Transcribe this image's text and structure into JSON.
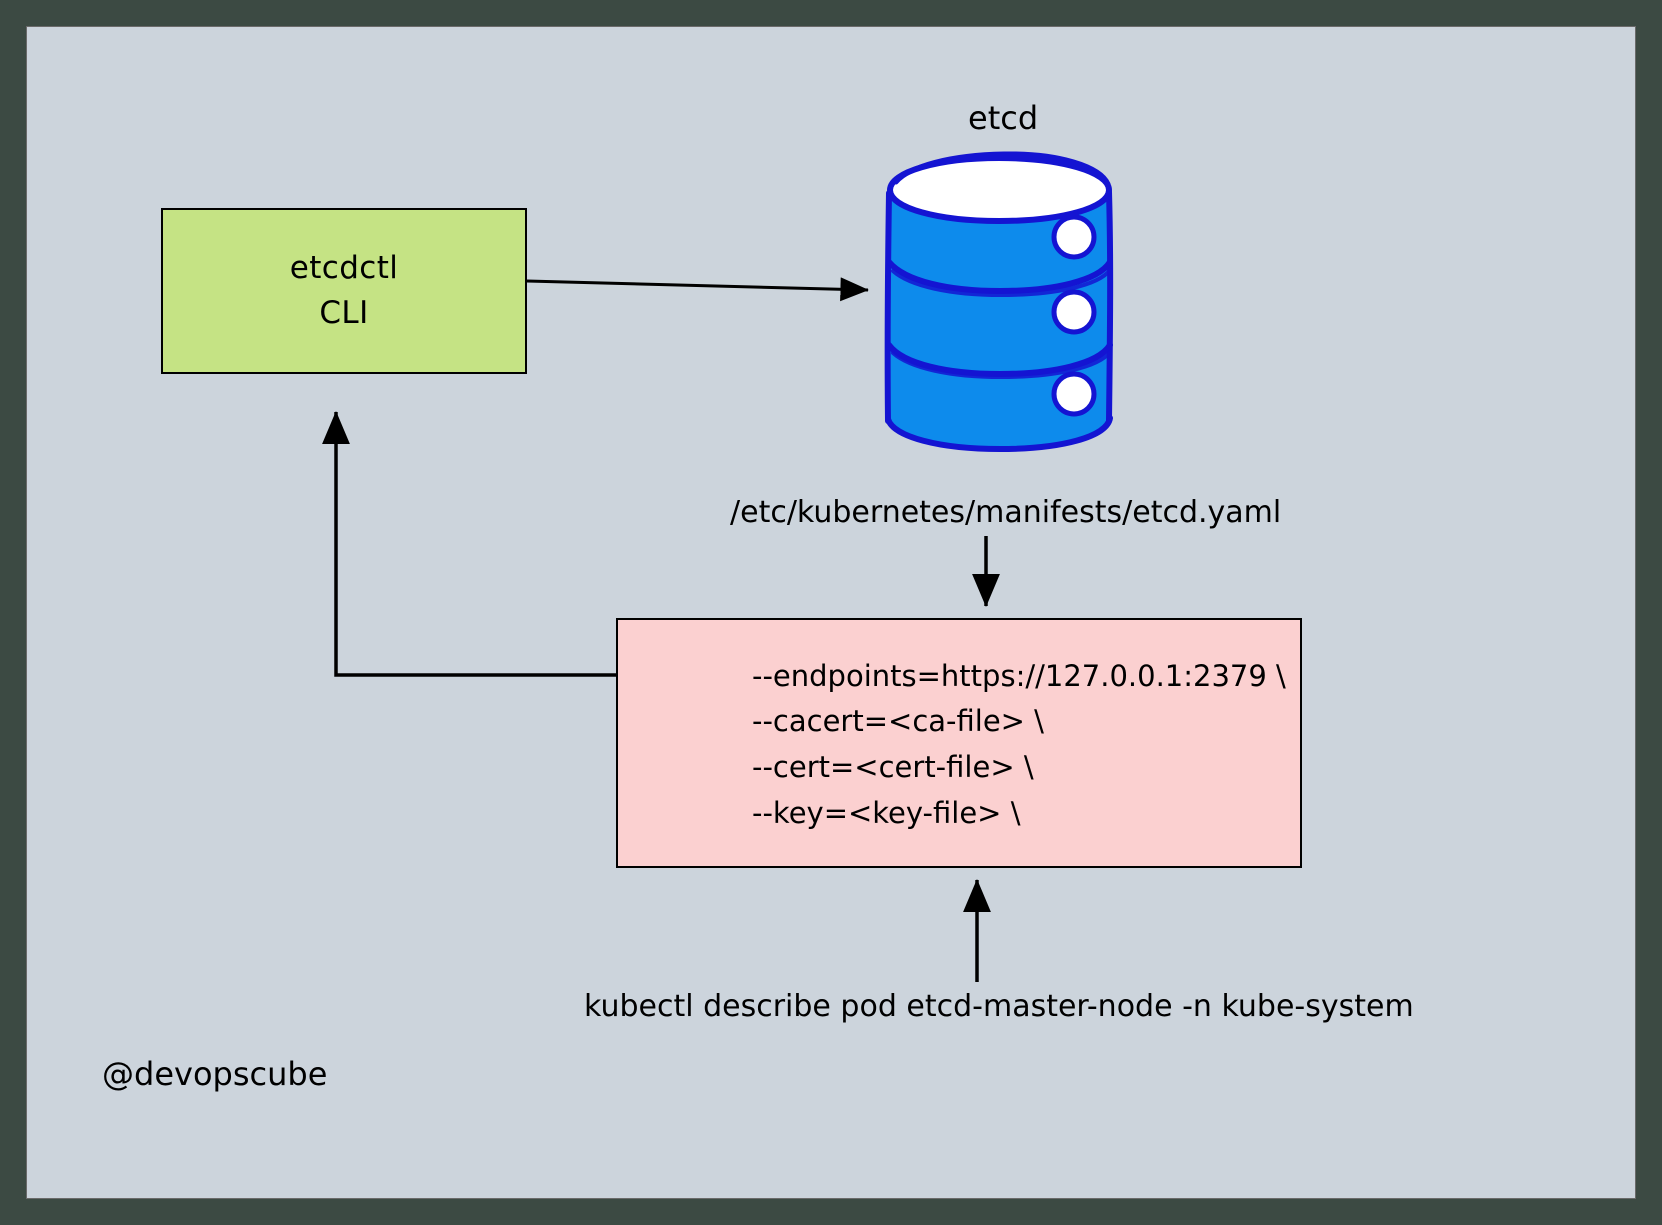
{
  "diagram": {
    "title_node": "etcd",
    "background_color": "#ccd4dc",
    "frame_color": "#3c4a43",
    "nodes": {
      "etcdctl": {
        "label_line1": "etcdctl",
        "label_line2": "CLI",
        "fill": "#c5e384",
        "stroke": "#000000"
      },
      "etcd_store": {
        "label": "etcd",
        "fill": "#0d8bec",
        "stroke": "#1414d2",
        "top_fill": "#ffffff"
      },
      "flags": {
        "fill": "#fbd0d0",
        "stroke": "#000000",
        "lines": [
          "--endpoints=https://127.0.0.1:2379 \\",
          "--cacert=<ca-file> \\",
          "--cert=<cert-file> \\",
          "--key=<key-file> \\"
        ]
      }
    },
    "labels": {
      "manifest_path": "/etc/kubernetes/manifests/etcd.yaml",
      "kubectl_command": "kubectl describe pod etcd-master-node -n kube-system",
      "watermark": "@devopscube"
    },
    "edges": [
      {
        "name": "etcdctl-to-etcd",
        "from": "etcdctl",
        "to": "etcd_store",
        "arrow": "end"
      },
      {
        "name": "manifest-to-flags",
        "from": "manifest_path",
        "to": "flags",
        "arrow": "end"
      },
      {
        "name": "kubectl-to-flags",
        "from": "kubectl_command",
        "to": "flags",
        "arrow": "end"
      },
      {
        "name": "flags-to-etcdctl",
        "from": "flags",
        "to": "etcdctl",
        "arrow": "end"
      }
    ]
  }
}
